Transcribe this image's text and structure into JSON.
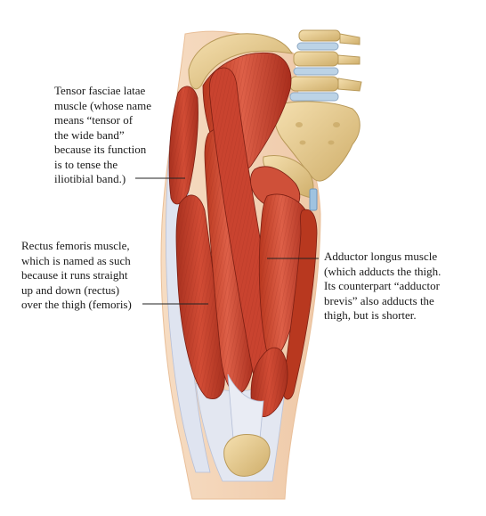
{
  "labels": {
    "tensor": {
      "lines": [
        "Tensor fasciae latae",
        "muscle (whose name",
        "means “tensor of",
        "the wide band”",
        "because its function",
        "is to tense the",
        "iliotibial band.)"
      ]
    },
    "rectus": {
      "lines": [
        "Rectus femoris muscle,",
        "which is named as such",
        "because it runs straight",
        "up and down (rectus)",
        "over the thigh (femoris)"
      ]
    },
    "adductor": {
      "lines": [
        "Adductor longus muscle",
        "(which adducts the thigh.",
        "Its counterpart “adductor",
        "brevis” also adducts the",
        "thigh, but is shorter."
      ]
    }
  },
  "colors": {
    "muscle": "#c8402e",
    "muscle_dark": "#9c2a1e",
    "muscle_light": "#dc6a52",
    "tendon": "#dfe3ee",
    "bone": "#ecd29a",
    "bone_shadow": "#c9a864",
    "disc": "#b8d2e6",
    "skin": "#f2d3b8"
  }
}
